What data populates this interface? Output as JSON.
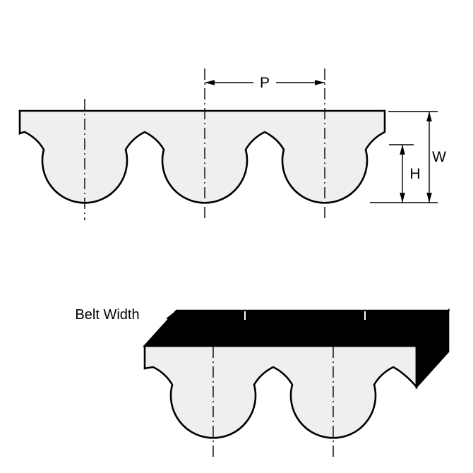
{
  "diagram": {
    "type": "timing-belt-tooth-profile",
    "labels": {
      "pitch": "P",
      "width": "W",
      "tooth_height": "H",
      "belt_width": "Belt Width"
    },
    "colors": {
      "outline": "#000000",
      "belt_fill": "#efefef",
      "solid_fill": "#000000",
      "background": "#ffffff"
    }
  }
}
